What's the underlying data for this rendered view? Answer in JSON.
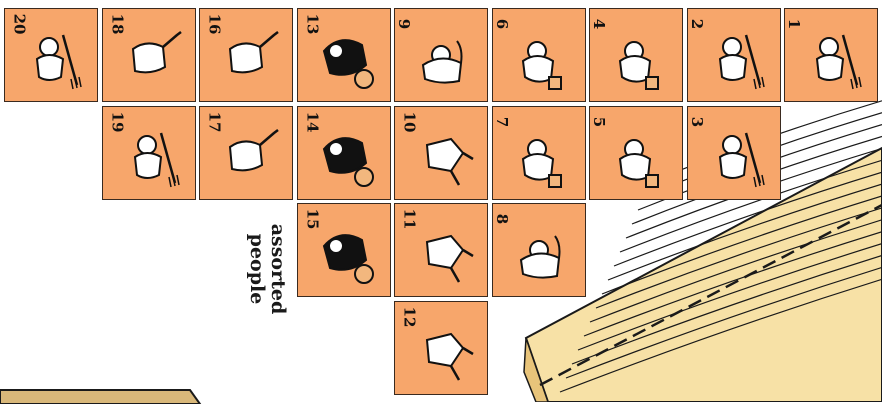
{
  "caption": {
    "line1": "assorted",
    "line2": "people"
  },
  "colors": {
    "counter": "#f7a66b",
    "counter_border": "#3a2a1f",
    "wood": "#f7e1a6",
    "wood_dark": "#e8c47a",
    "ink": "#1a1a1a"
  },
  "counters": [
    {
      "id": 20,
      "label": "20",
      "pose": "pitchfork",
      "row": 0,
      "col": 0
    },
    {
      "id": 18,
      "label": "18",
      "pose": "fighter",
      "row": 0,
      "col": 1
    },
    {
      "id": 16,
      "label": "16",
      "pose": "fighter",
      "row": 0,
      "col": 2
    },
    {
      "id": 13,
      "label": "13",
      "pose": "crouching-dark",
      "row": 0,
      "col": 3
    },
    {
      "id": 9,
      "label": "9",
      "pose": "reaching",
      "row": 0,
      "col": 4
    },
    {
      "id": 6,
      "label": "6",
      "pose": "carrying-bucket",
      "row": 0,
      "col": 5
    },
    {
      "id": 4,
      "label": "4",
      "pose": "carrying-bucket",
      "row": 0,
      "col": 6
    },
    {
      "id": 2,
      "label": "2",
      "pose": "pitchfork",
      "row": 0,
      "col": 7
    },
    {
      "id": 1,
      "label": "1",
      "pose": "pitchfork",
      "row": 0,
      "col": 8
    },
    {
      "id": 19,
      "label": "19",
      "pose": "pitchfork",
      "row": 1,
      "col": 1
    },
    {
      "id": 17,
      "label": "17",
      "pose": "fighter",
      "row": 1,
      "col": 2
    },
    {
      "id": 14,
      "label": "14",
      "pose": "crouching-dark",
      "row": 1,
      "col": 3
    },
    {
      "id": 10,
      "label": "10",
      "pose": "running",
      "row": 1,
      "col": 4
    },
    {
      "id": 7,
      "label": "7",
      "pose": "carrying-bucket",
      "row": 1,
      "col": 5
    },
    {
      "id": 5,
      "label": "5",
      "pose": "carrying-bucket",
      "row": 1,
      "col": 6
    },
    {
      "id": 3,
      "label": "3",
      "pose": "pitchfork",
      "row": 1,
      "col": 7
    },
    {
      "id": 15,
      "label": "15",
      "pose": "crouching-dark",
      "row": 2,
      "col": 3
    },
    {
      "id": 11,
      "label": "11",
      "pose": "running",
      "row": 2,
      "col": 4
    },
    {
      "id": 8,
      "label": "8",
      "pose": "reaching",
      "row": 2,
      "col": 5
    },
    {
      "id": 12,
      "label": "12",
      "pose": "running",
      "row": 3,
      "col": 4
    }
  ]
}
